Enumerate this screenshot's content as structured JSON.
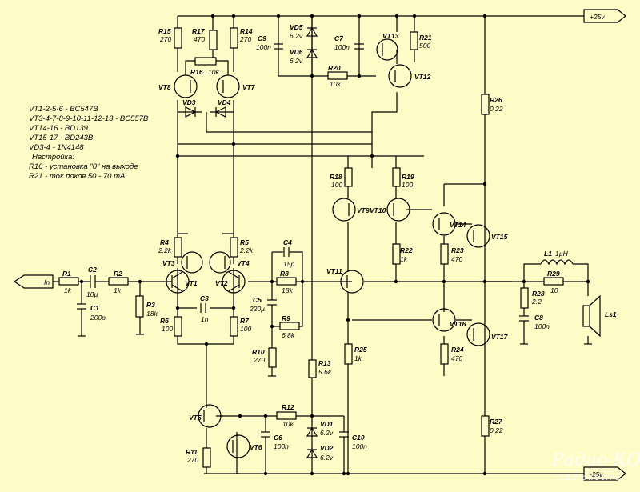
{
  "ports": {
    "input": "In",
    "vplus": "+25v",
    "vminus": "-25v"
  },
  "notes": [
    "VT1-2-5-6 - BC547B",
    "VT3-4-7-8-9-10-11-12-13 - BC557B",
    "VT14-16 - BD139",
    "VT15-17 - BD243B",
    "VD3-4 - 1N4148",
    "Настройка:",
    "R16 - установка \"0\" на выходе",
    "R21 - ток покоя 50 - 70 mA"
  ],
  "resistors": [
    {
      "ref": "R1",
      "value": "1k"
    },
    {
      "ref": "R2",
      "value": "1k"
    },
    {
      "ref": "R3",
      "value": "18k"
    },
    {
      "ref": "R4",
      "value": "2.2k"
    },
    {
      "ref": "R5",
      "value": "2.2k"
    },
    {
      "ref": "R6",
      "value": "100"
    },
    {
      "ref": "R7",
      "value": "100"
    },
    {
      "ref": "R8",
      "value": "18k"
    },
    {
      "ref": "R9",
      "value": "6.8k"
    },
    {
      "ref": "R10",
      "value": "270"
    },
    {
      "ref": "R11",
      "value": "270"
    },
    {
      "ref": "R12",
      "value": "10k"
    },
    {
      "ref": "R13",
      "value": "5.6k"
    },
    {
      "ref": "R14",
      "value": "270"
    },
    {
      "ref": "R15",
      "value": "270"
    },
    {
      "ref": "R16",
      "value": "10k"
    },
    {
      "ref": "R17",
      "value": "470"
    },
    {
      "ref": "R18",
      "value": "100"
    },
    {
      "ref": "R19",
      "value": "100"
    },
    {
      "ref": "R20",
      "value": "10k"
    },
    {
      "ref": "R21",
      "value": "500"
    },
    {
      "ref": "R22",
      "value": "1k"
    },
    {
      "ref": "R23",
      "value": "470"
    },
    {
      "ref": "R24",
      "value": "470"
    },
    {
      "ref": "R25",
      "value": "1k"
    },
    {
      "ref": "R26",
      "value": "0.22"
    },
    {
      "ref": "R27",
      "value": "0.22"
    },
    {
      "ref": "R28",
      "value": "2.2"
    },
    {
      "ref": "R29",
      "value": "10"
    }
  ],
  "capacitors": [
    {
      "ref": "C1",
      "value": "200p"
    },
    {
      "ref": "C2",
      "value": "10µ"
    },
    {
      "ref": "C3",
      "value": "1n"
    },
    {
      "ref": "C4",
      "value": "15p"
    },
    {
      "ref": "C5",
      "value": "220µ"
    },
    {
      "ref": "C6",
      "value": "100n"
    },
    {
      "ref": "C7",
      "value": "100n"
    },
    {
      "ref": "C8",
      "value": "100n"
    },
    {
      "ref": "C9",
      "value": "100n"
    },
    {
      "ref": "C10",
      "value": "100n"
    }
  ],
  "diodes": [
    {
      "ref": "VD1",
      "value": "6.2v"
    },
    {
      "ref": "VD2",
      "value": "6.2v"
    },
    {
      "ref": "VD3",
      "value": ""
    },
    {
      "ref": "VD4",
      "value": ""
    },
    {
      "ref": "VD5",
      "value": "6.2v"
    },
    {
      "ref": "VD6",
      "value": "6.2v"
    }
  ],
  "transistors": [
    "VT1",
    "VT2",
    "VT3",
    "VT4",
    "VT5",
    "VT6",
    "VT7",
    "VT8",
    "VT9",
    "VT10",
    "VT11",
    "VT12",
    "VT13",
    "VT14",
    "VT15",
    "VT16",
    "VT17"
  ],
  "inductor": {
    "ref": "L1",
    "value": "1µH"
  },
  "speaker": {
    "ref": "Ls1"
  },
  "watermark": {
    "title": "Радио КОТ",
    "url": "radiokot.ru"
  }
}
